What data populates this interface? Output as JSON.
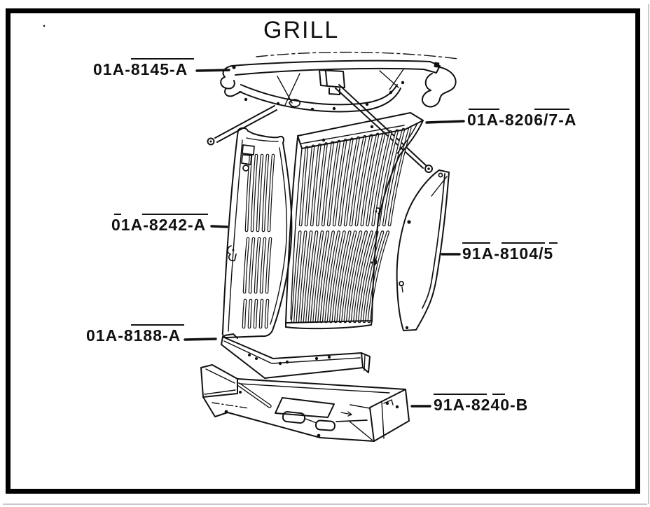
{
  "diagram": {
    "title": "GRILL",
    "parts": [
      {
        "label": "01A-8145-A"
      },
      {
        "label": "01A-8206/7-A"
      },
      {
        "label": "01A-8242-A"
      },
      {
        "label": "91A-8104/5"
      },
      {
        "label": "01A-8188-A"
      },
      {
        "label": "91A-8240-B"
      }
    ]
  },
  "colors": {
    "ink": "#111111",
    "paper": "#ffffff",
    "frame": "#000000"
  }
}
